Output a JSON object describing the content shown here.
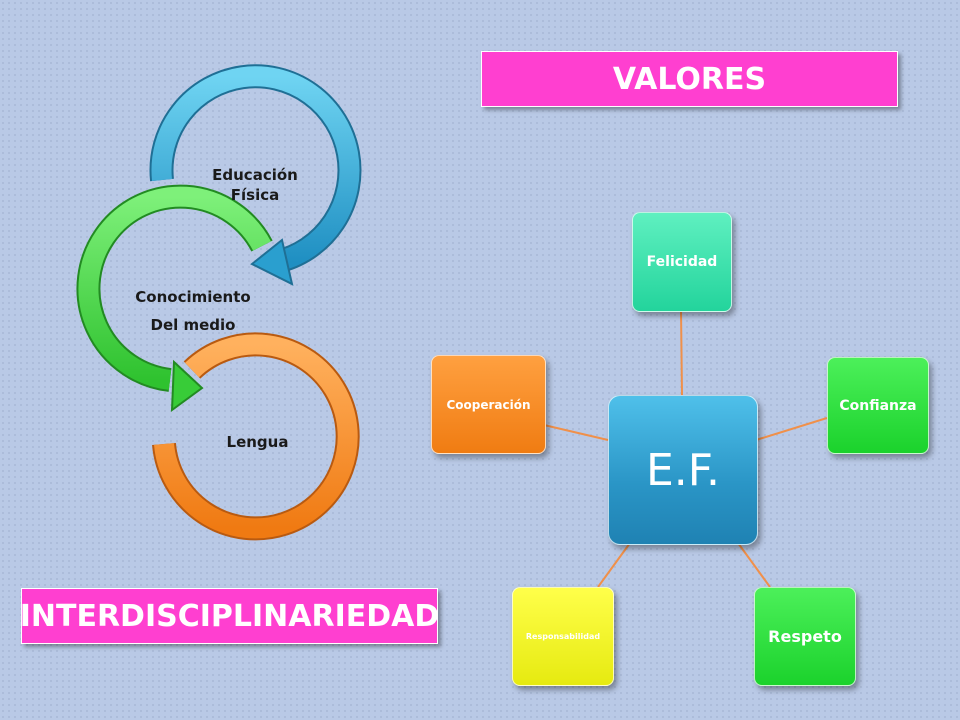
{
  "banners": {
    "valores": "VALORES",
    "interdisciplinariedad": "INTERDISCIPLINARIEDAD"
  },
  "cycle": {
    "educacion_fisica": "Educación Física",
    "conocimiento_line1": "Conocimiento",
    "conocimiento_line2": "Del medio",
    "lengua": "Lengua"
  },
  "radial": {
    "center": "E.F.",
    "felicidad": "Felicidad",
    "confianza": "Confianza",
    "respeto": "Respeto",
    "responsabilidad": "Responsabilidad",
    "cooperacion": "Cooperación"
  },
  "colors": {
    "background": "#b9c9e6",
    "banner": "#ff3fd0",
    "connector": "#f0904a",
    "arrow_blue": "#2fa9d6",
    "arrow_green": "#3fd23f",
    "arrow_orange": "#f88a2a"
  }
}
